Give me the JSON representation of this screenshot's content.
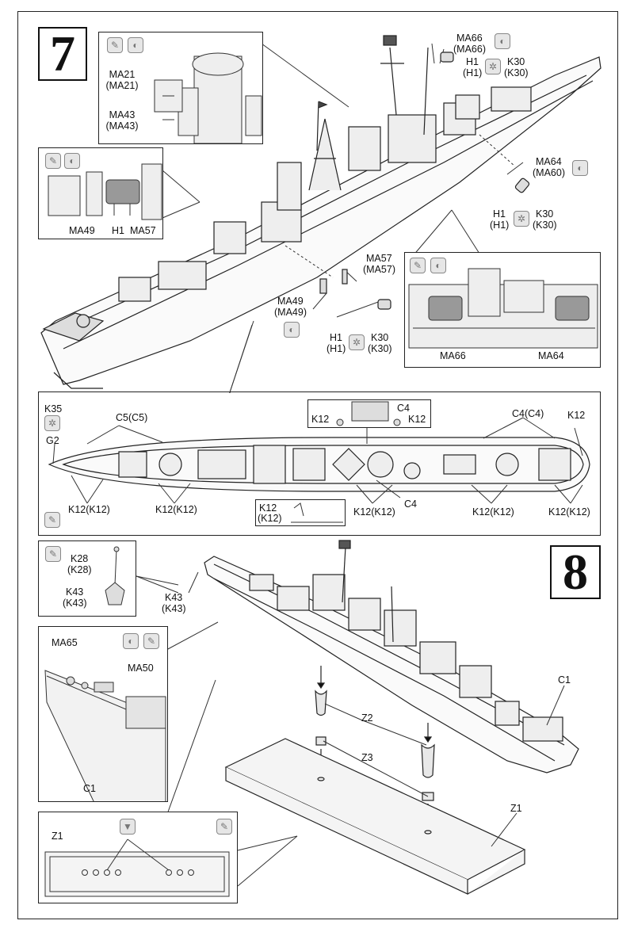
{
  "steps": {
    "step7": "7",
    "step8": "8"
  },
  "step7": {
    "inset_top": {
      "labels": [
        "MA21",
        "(MA21)",
        "MA43",
        "(MA43)"
      ]
    },
    "inset_left": {
      "labels": [
        "MA49",
        "H1",
        "MA57"
      ]
    },
    "inset_right": {
      "labels": [
        "MA66",
        "MA64"
      ]
    },
    "callouts": {
      "ma66": "MA66",
      "ma66_paren": "(MA66)",
      "h1_a": "H1",
      "h1_a_paren": "(H1)",
      "k30_a": "K30",
      "k30_a_paren": "(K30)",
      "ma64": "MA64",
      "ma64_paren": "(MA60)",
      "h1_b": "H1",
      "h1_b_paren": "(H1)",
      "k30_b": "K30",
      "k30_b_paren": "(K30)",
      "ma57": "MA57",
      "ma57_paren": "(MA57)",
      "ma49": "MA49",
      "ma49_paren": "(MA49)",
      "h1_c": "H1",
      "h1_c_paren": "(H1)",
      "k30_c": "K30",
      "k30_c_paren": "(K30)"
    },
    "topview": {
      "k35": "K35",
      "g2": "G2",
      "c5": "C5(C5)",
      "c4_pair": "C4(C4)",
      "k12_top": "K12",
      "detail_c4": "C4",
      "detail_k12_left": "K12",
      "detail_k12_right": "K12",
      "k12_a": "K12(K12)",
      "k12_b": "K12(K12)",
      "k12_c": "K12(K12)",
      "k12_d": "K12(K12)",
      "k12_e": "K12(K12)",
      "c4_bottom": "C4",
      "detail2_k12": "K12",
      "detail2_k12_paren": "(K12)"
    }
  },
  "step8": {
    "inset_anchor": {
      "k28": "K28",
      "k28_paren": "(K28)",
      "k43": "K43",
      "k43_paren": "(K43)"
    },
    "k43_callout": "K43",
    "k43_callout_paren": "(K43)",
    "inset_bow": {
      "ma65": "MA65",
      "ma50": "MA50",
      "c1": "C1"
    },
    "c1": "C1",
    "z2": "Z2",
    "z3": "Z3",
    "z1": "Z1",
    "inset_base": {
      "z1": "Z1"
    }
  },
  "icons": [
    "glue-icon",
    "paint-icon",
    "photo-etch-icon",
    "drill-icon"
  ]
}
